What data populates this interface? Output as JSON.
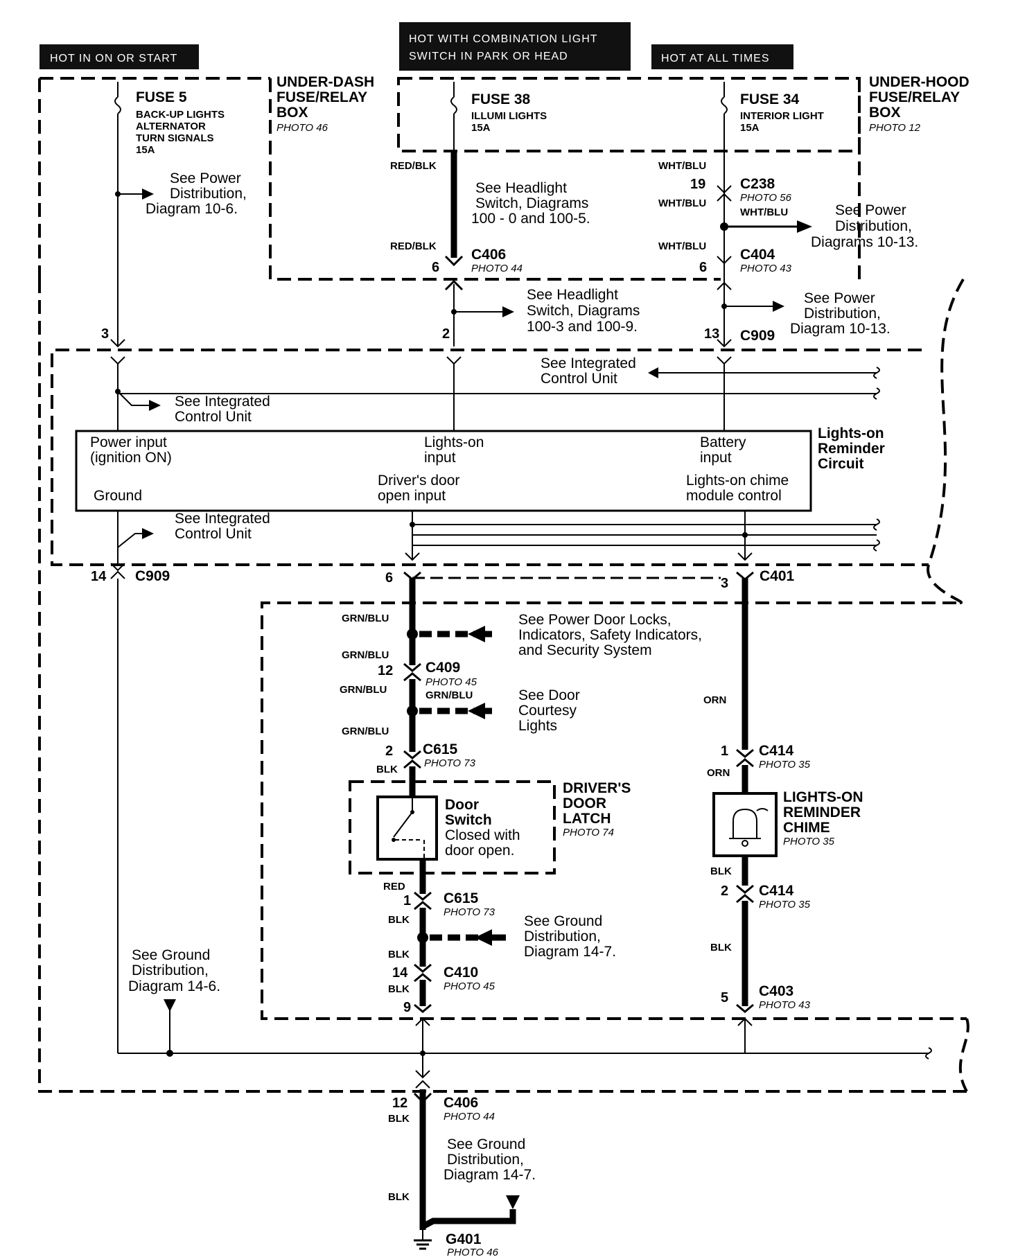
{
  "header_labels": {
    "hot_in_on": "HOT IN ON OR START",
    "hot_combo_line1": "HOT WITH COMBINATION LIGHT",
    "hot_combo_line2": "SWITCH IN PARK OR HEAD",
    "hot_always": "HOT AT ALL TIMES"
  },
  "fuse_boxes": {
    "under_dash": [
      "UNDER-DASH",
      "FUSE/RELAY",
      "BOX"
    ],
    "under_dash_photo": "PHOTO 46",
    "under_hood": [
      "UNDER-HOOD",
      "FUSE/RELAY",
      "BOX"
    ],
    "under_hood_photo": "PHOTO 12"
  },
  "fuses": {
    "f5": {
      "name": "FUSE 5",
      "lines": [
        "BACK-UP LIGHTS",
        "ALTERNATOR",
        "TURN SIGNALS",
        "15A"
      ]
    },
    "f38": {
      "name": "FUSE 38",
      "lines": [
        "ILLUMI LIGHTS",
        "15A"
      ]
    },
    "f34": {
      "name": "FUSE 34",
      "lines": [
        "INTERIOR LIGHT",
        "15A"
      ]
    }
  },
  "wires": {
    "red_blk": "RED/BLK",
    "wht_blu": "WHT/BLU",
    "grn_blu": "GRN/BLU",
    "blk": "BLK",
    "red": "RED",
    "orn": "ORN"
  },
  "connectors": {
    "c406": "C406",
    "c406_photo": "PHOTO 44",
    "c238": "C238",
    "c238_photo": "PHOTO 56",
    "c404": "C404",
    "c404_photo": "PHOTO 43",
    "c909": "C909",
    "c401": "C401",
    "c409": "C409",
    "c409_photo": "PHOTO 45",
    "c615": "C615",
    "c615_photo": "PHOTO 73",
    "c410": "C410",
    "c410_photo": "PHOTO 45",
    "c414": "C414",
    "c414_photo": "PHOTO 35",
    "c403": "C403",
    "c403_photo": "PHOTO 43",
    "g401": "G401",
    "g401_photo": "PHOTO 46"
  },
  "pins": {
    "p3": "3",
    "p2": "2",
    "p13": "13",
    "p6": "6",
    "p19": "19",
    "p14": "14",
    "p12": "12",
    "p1": "1",
    "p9": "9",
    "p5": "5"
  },
  "refs": {
    "power_dist_10_6": [
      "See Power",
      "Distribution,",
      "Diagram 10-6."
    ],
    "headlight_100_0": [
      "See Headlight",
      "Switch, Diagrams",
      "100 - 0  and 100-5."
    ],
    "power_dist_10_13_a": [
      "See Power",
      "Distribution,",
      "Diagrams 10-13."
    ],
    "headlight_100_3": [
      "See Headlight",
      "Switch, Diagrams",
      "100-3 and 100-9."
    ],
    "power_dist_10_13_b": [
      "See Power",
      "Distribution,",
      "Diagram 10-13."
    ],
    "icu": [
      "See Integrated",
      "Control Unit"
    ],
    "door_locks": [
      "See Power Door Locks,",
      "Indicators, Safety Indicators,",
      "and Security System"
    ],
    "courtesy": [
      "See Door",
      "Courtesy",
      "Lights"
    ],
    "ground_14_6": [
      "See Ground",
      "Distribution,",
      "Diagram 14-6."
    ],
    "ground_14_7": [
      "See Ground",
      "Distribution,",
      "Diagram 14-7."
    ]
  },
  "module": {
    "power_input": [
      "Power input",
      "(ignition ON)"
    ],
    "lights_on_input": [
      "Lights-on",
      "input"
    ],
    "battery_input": [
      "Battery",
      "input"
    ],
    "ground": "Ground",
    "door_open_input": [
      "Driver's door",
      "open input"
    ],
    "chime_control": [
      "Lights-on chime",
      "module control"
    ],
    "circuit_title": [
      "Lights-on",
      "Reminder",
      "Circuit"
    ]
  },
  "components": {
    "door_switch": [
      "Door",
      "Switch"
    ],
    "door_switch_note": [
      "Closed with",
      "door open."
    ],
    "door_latch": [
      "DRIVER'S",
      "DOOR",
      "LATCH"
    ],
    "door_latch_photo": "PHOTO 74",
    "chime": [
      "LIGHTS-ON",
      "REMINDER",
      "CHIME"
    ],
    "chime_photo": "PHOTO 35"
  }
}
